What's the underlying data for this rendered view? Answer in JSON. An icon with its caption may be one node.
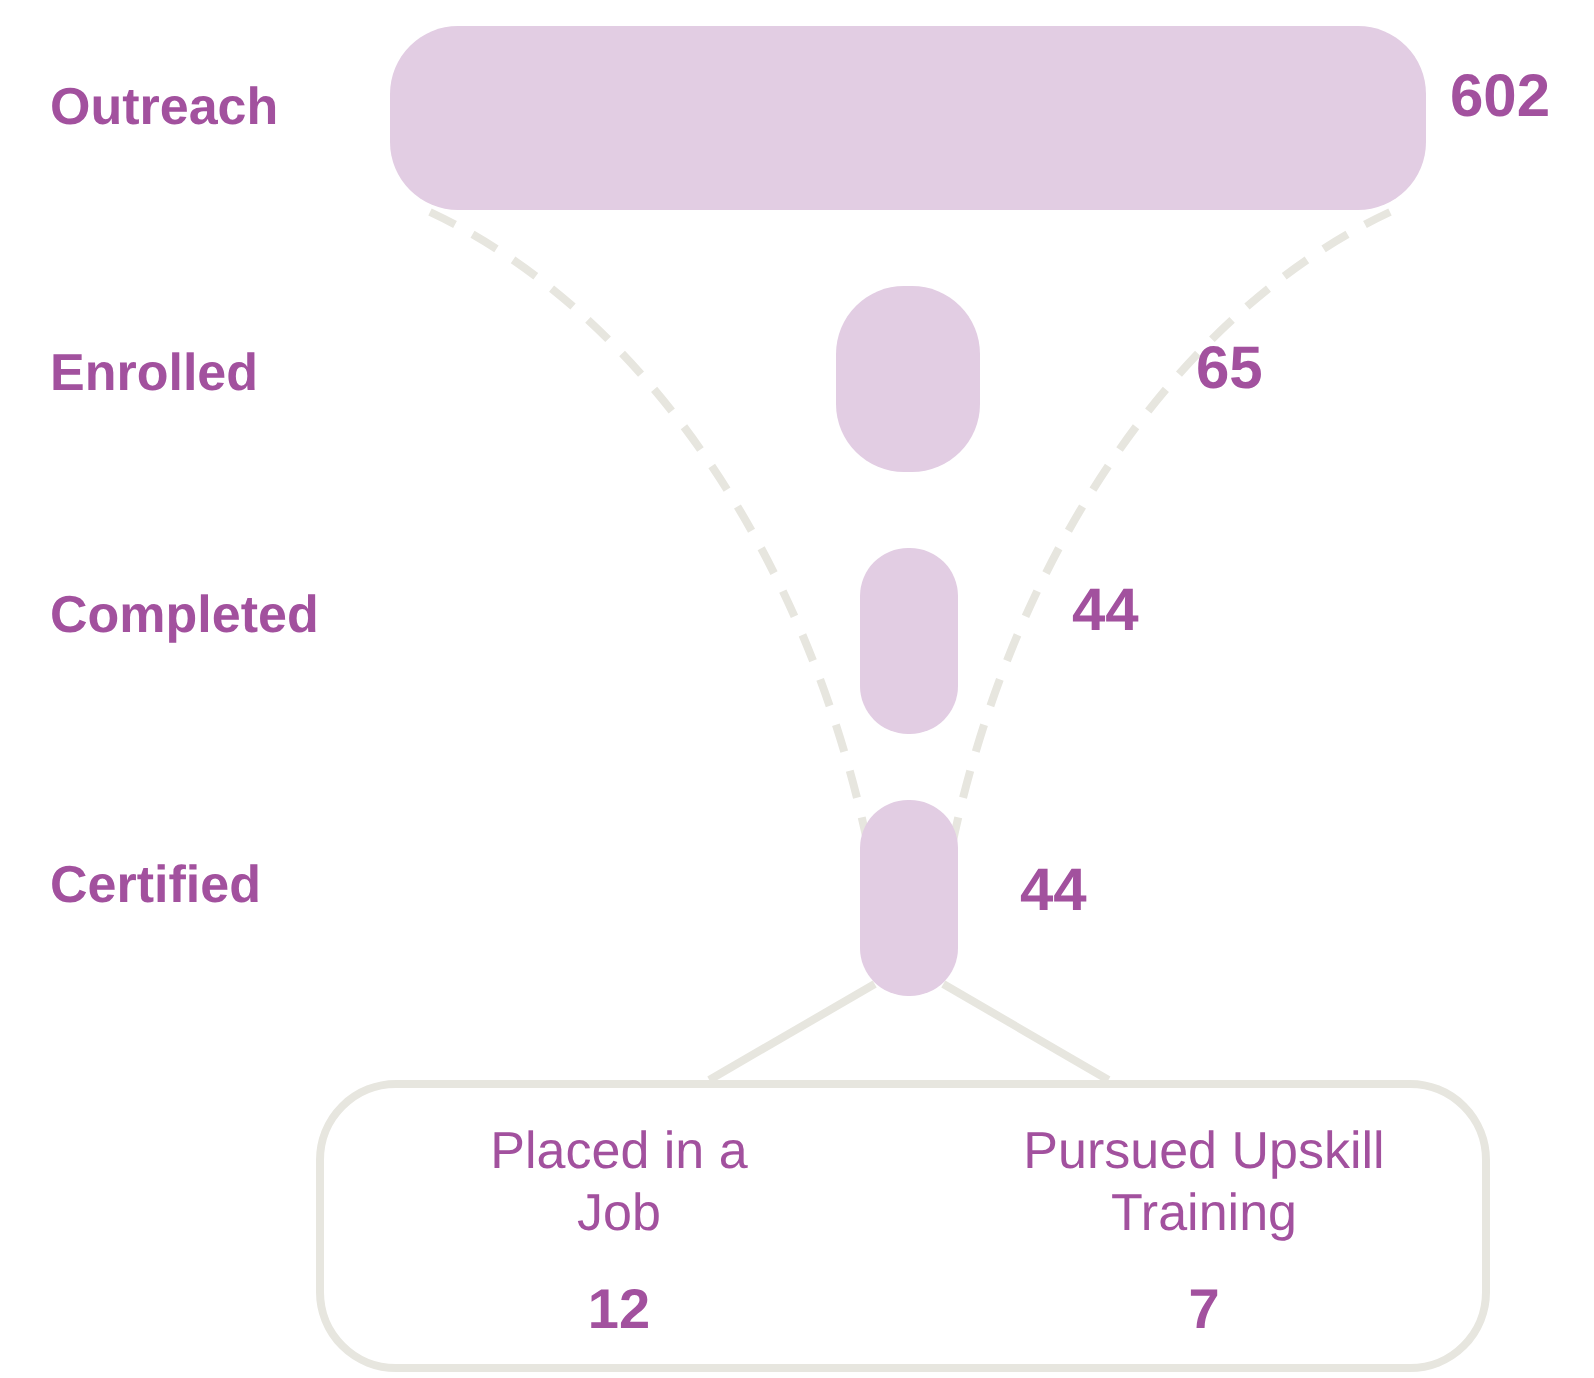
{
  "diagram": {
    "nodes": [
      {
        "text": [],
        "shape": "bar",
        "beside": [
          "602"
        ]
      },
      {
        "text": [],
        "shape": "bar",
        "beside": [
          "65"
        ]
      },
      {
        "text": [],
        "shape": "bar",
        "beside": [
          "44"
        ]
      },
      {
        "text": [],
        "shape": "bar",
        "beside": [
          "44"
        ]
      },
      {
        "text": [],
        "shape": "box"
      },
      {
        "text": [
          "Placed in a Job",
          "12"
        ],
        "in": 4
      },
      {
        "text": [
          "Pursued Upskill Training",
          "7"
        ],
        "in": 4
      }
    ],
    "edges": [
      {
        "from": 3,
        "to": 4,
        "arrow": "none"
      },
      {
        "from": 3,
        "to": 4,
        "arrow": "none"
      }
    ],
    "labels": [
      "Outreach",
      "Enrolled",
      "Completed",
      "Certified"
    ]
  }
}
